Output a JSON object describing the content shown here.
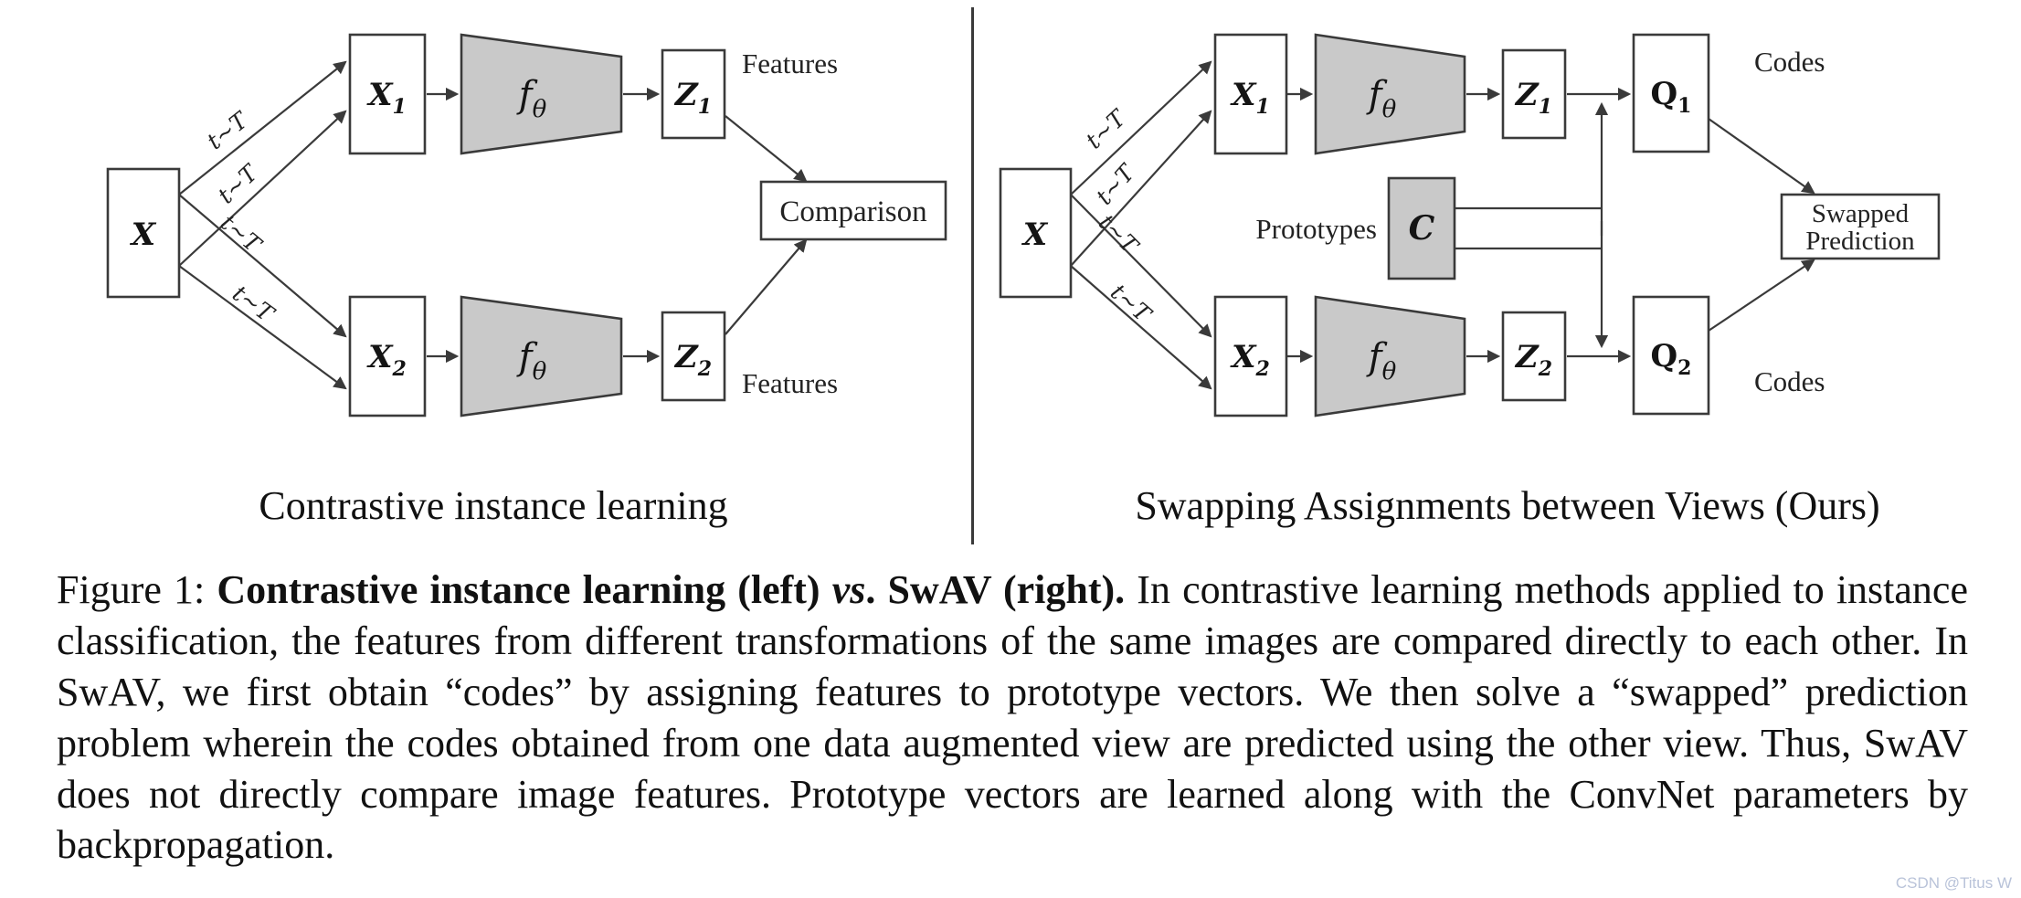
{
  "figure": {
    "left": {
      "caption": "Contrastive instance learning",
      "input_label": "X",
      "transform_label": "t~T",
      "view1": {
        "base": "X",
        "sub": "1"
      },
      "view2": {
        "base": "X",
        "sub": "2"
      },
      "encoder": {
        "base": "f",
        "sub": "θ"
      },
      "feat1": {
        "base": "Z",
        "sub": "1"
      },
      "feat2": {
        "base": "Z",
        "sub": "2"
      },
      "features_label": "Features",
      "comparison_label": "Comparison"
    },
    "right": {
      "caption": "Swapping Assignments between Views (Ours)",
      "input_label": "X",
      "transform_label": "t~T",
      "view1": {
        "base": "X",
        "sub": "1"
      },
      "view2": {
        "base": "X",
        "sub": "2"
      },
      "encoder": {
        "base": "f",
        "sub": "θ"
      },
      "feat1": {
        "base": "Z",
        "sub": "1"
      },
      "feat2": {
        "base": "Z",
        "sub": "2"
      },
      "code1": {
        "base": "Q",
        "sub": "1"
      },
      "code2": {
        "base": "Q",
        "sub": "2"
      },
      "prototypes_label": "Prototypes",
      "prototypes_symbol": "C",
      "codes_label": "Codes",
      "swapped_prediction": {
        "line1": "Swapped",
        "line2": "Prediction"
      }
    }
  },
  "caption": {
    "label": "Figure 1: ",
    "bold_intro": "Contrastive instance learning (left) ",
    "vs": "vs",
    "bold_tail": ". SwAV (right).",
    "body": " In contrastive learning methods applied to instance classification, the features from different transformations of the same images are compared directly to each other. In SwAV, we first obtain “codes” by assigning features to prototype vectors. We then solve a “swapped” prediction problem wherein the codes obtained from one data augmented view are predicted using the other view. Thus, SwAV does not directly compare image features. Prototype vectors are learned along with the ConvNet parameters by backpropagation."
  },
  "watermark": "CSDN @Titus W",
  "colors": {
    "stroke": "#3a3a3a",
    "box_fill": "#ffffff",
    "gray_fill": "#c9c9c9",
    "text": "#111111",
    "watermark": "#b9c3d9"
  }
}
